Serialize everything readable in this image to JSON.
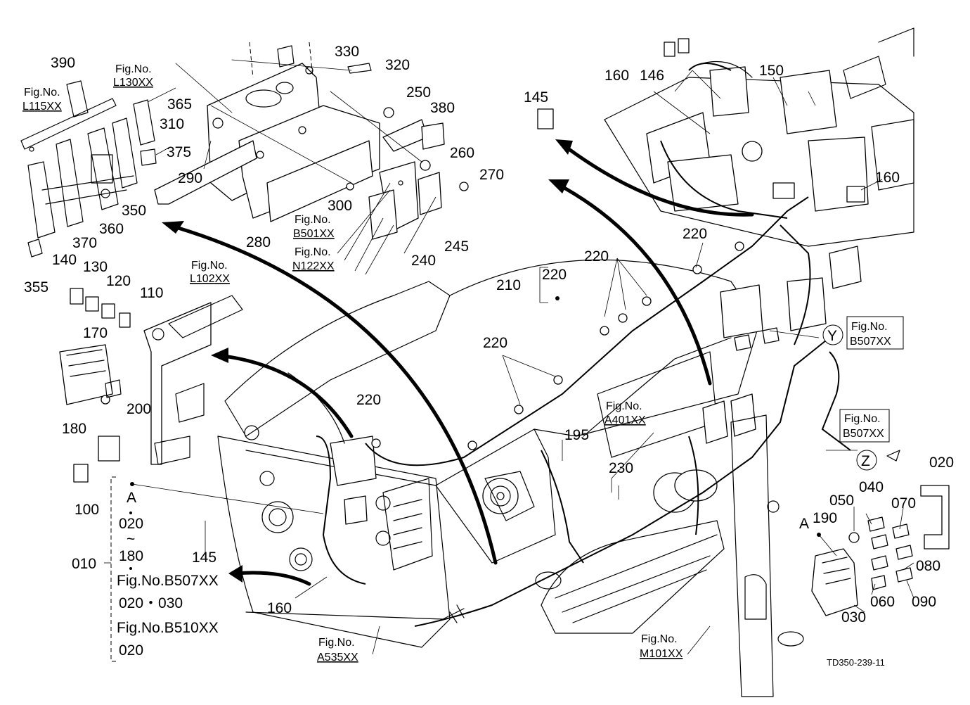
{
  "labels": {
    "l390": "390",
    "l330": "330",
    "l320": "320",
    "l250": "250",
    "l380": "380",
    "l365": "365",
    "l310": "310",
    "l375": "375",
    "l290": "290",
    "l260": "260",
    "l270": "270",
    "l300": "300",
    "l350": "350",
    "l360": "360",
    "l370": "370",
    "l280": "280",
    "l240": "240",
    "l245": "245",
    "l355": "355",
    "l140": "140",
    "l130": "130",
    "l120": "120",
    "l110": "110",
    "l170": "170",
    "l200": "200",
    "l180": "180",
    "l100": "100",
    "l145a": "145",
    "l145b": "145",
    "l160a": "160",
    "l160b": "160",
    "l160c": "160",
    "l146": "146",
    "l150": "150",
    "l220a": "220",
    "l220b": "220",
    "l220c": "220",
    "l220d": "220",
    "l220e": "220",
    "l210": "210",
    "l195": "195",
    "l230": "230",
    "l020": "020",
    "l040": "040",
    "l050": "050",
    "l070": "070",
    "l190": "190",
    "l080": "080",
    "l060": "060",
    "l090": "090",
    "l030": "030",
    "lA1": "A",
    "lA2": "A",
    "lY": "Y",
    "lZ": "Z",
    "l010": "010"
  },
  "refs": {
    "fig": "Fig.No.",
    "L115": "L115XX",
    "L130": "L130XX",
    "B501": "B501XX",
    "N122": "N122XX",
    "L102": "L102XX",
    "A401": "A401XX",
    "B507a": "B507XX",
    "B507b": "B507XX",
    "A535": "A535XX",
    "M101": "M101XX"
  },
  "legend": {
    "a": "A",
    "range_start": "020",
    "tilde": "~",
    "range_end": "180",
    "b507": "Fig.No.B507XX",
    "b507_range": "020・030",
    "b510": "Fig.No.B510XX",
    "b510_range": "020"
  },
  "drawing_code": "TD350-239-11"
}
